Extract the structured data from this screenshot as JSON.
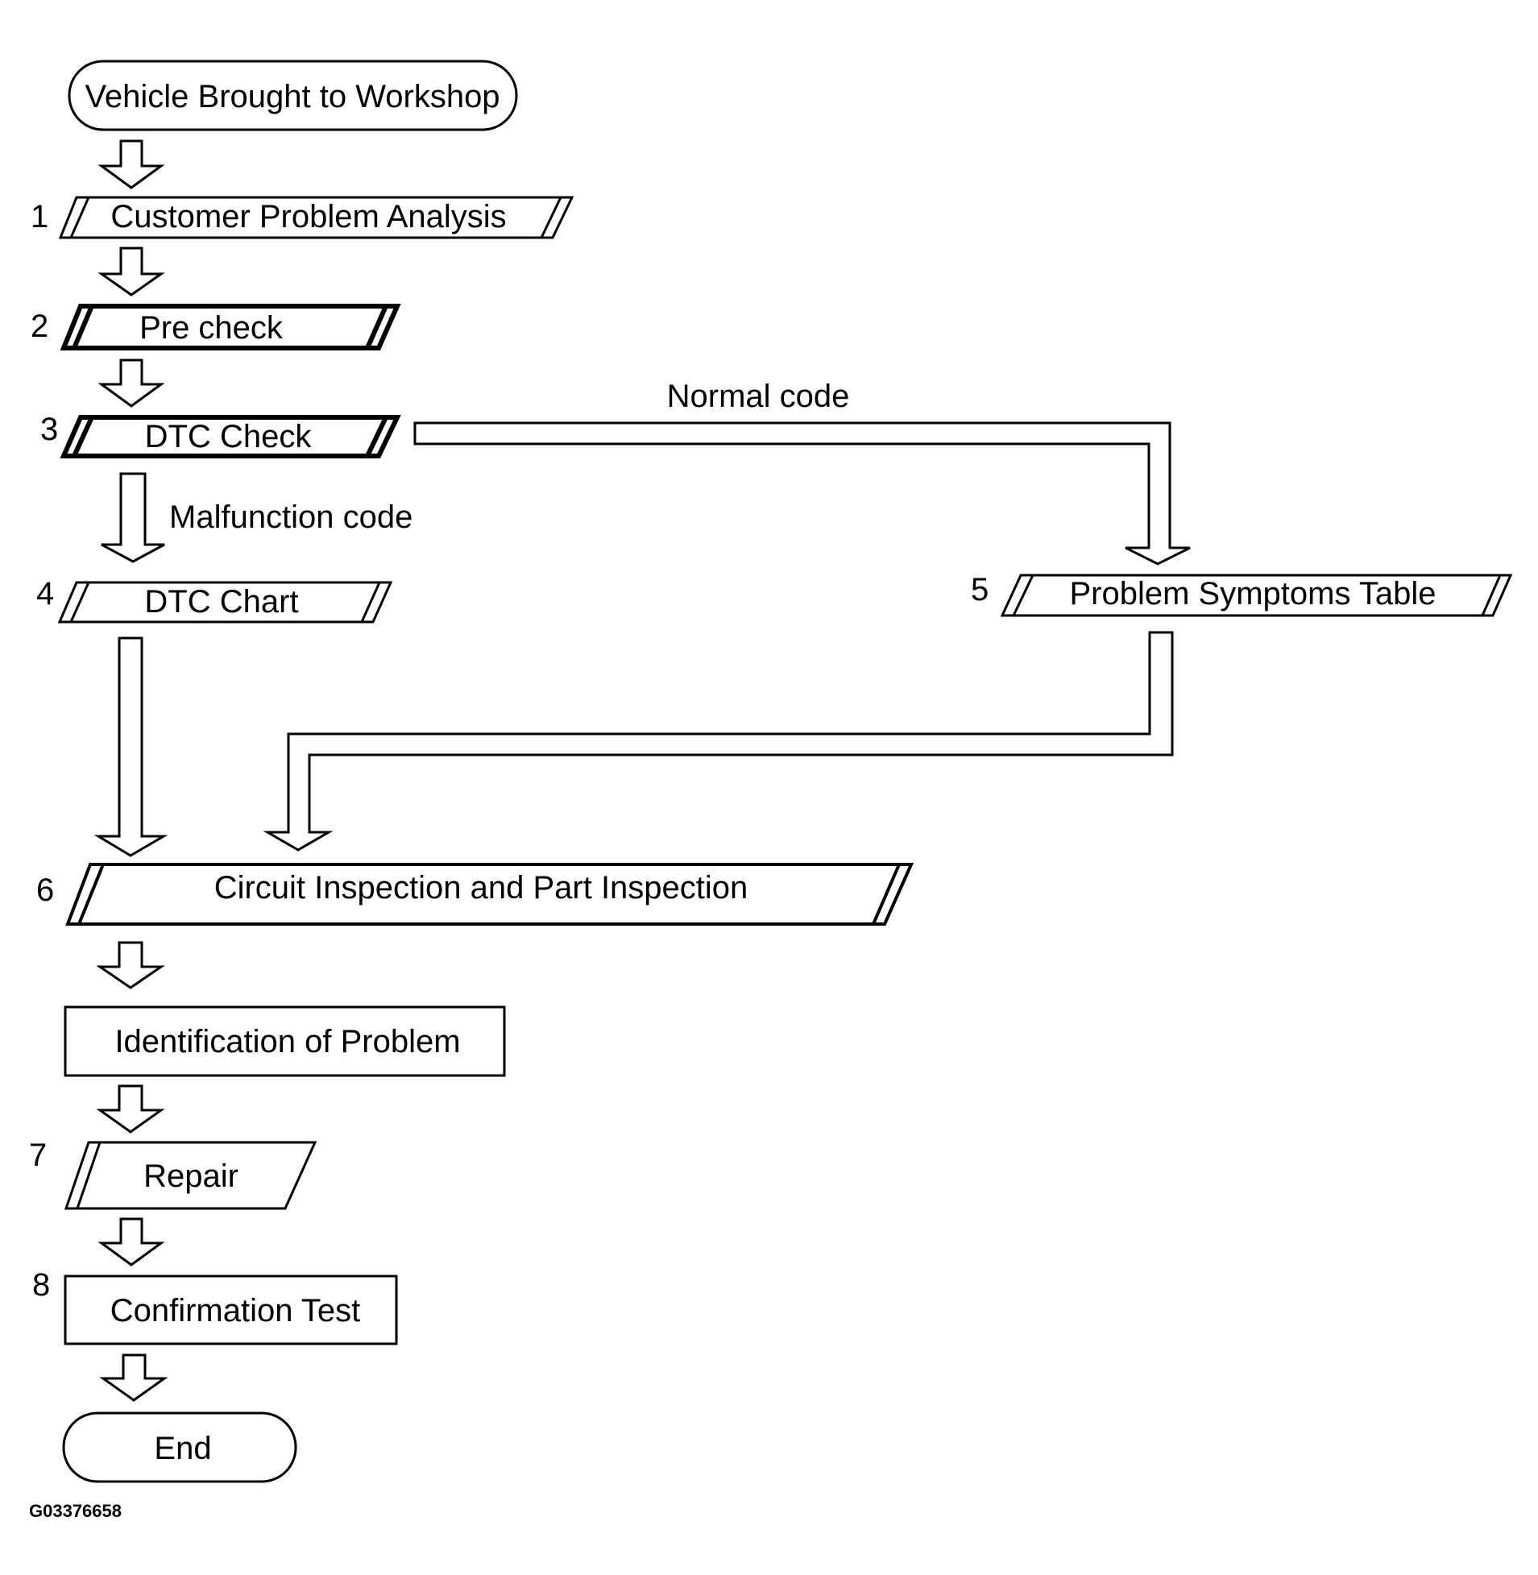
{
  "nodes": {
    "start": "Vehicle Brought to Workshop",
    "step1": {
      "num": "1",
      "label": "Customer Problem Analysis"
    },
    "step2": {
      "num": "2",
      "label": "Pre check"
    },
    "step3": {
      "num": "3",
      "label": "DTC Check"
    },
    "step4": {
      "num": "4",
      "label": "DTC Chart"
    },
    "step5": {
      "num": "5",
      "label": "Problem Symptoms Table"
    },
    "step6": {
      "num": "6",
      "label": "Circuit Inspection and Part Inspection"
    },
    "identify": "Identification of Problem",
    "step7": {
      "num": "7",
      "label": "Repair"
    },
    "step8": {
      "num": "8",
      "label": "Confirmation Test"
    },
    "end": "End"
  },
  "edges": {
    "normal_code": "Normal code",
    "malfunction_code": "Malfunction code"
  },
  "figure_id": "G03376658"
}
